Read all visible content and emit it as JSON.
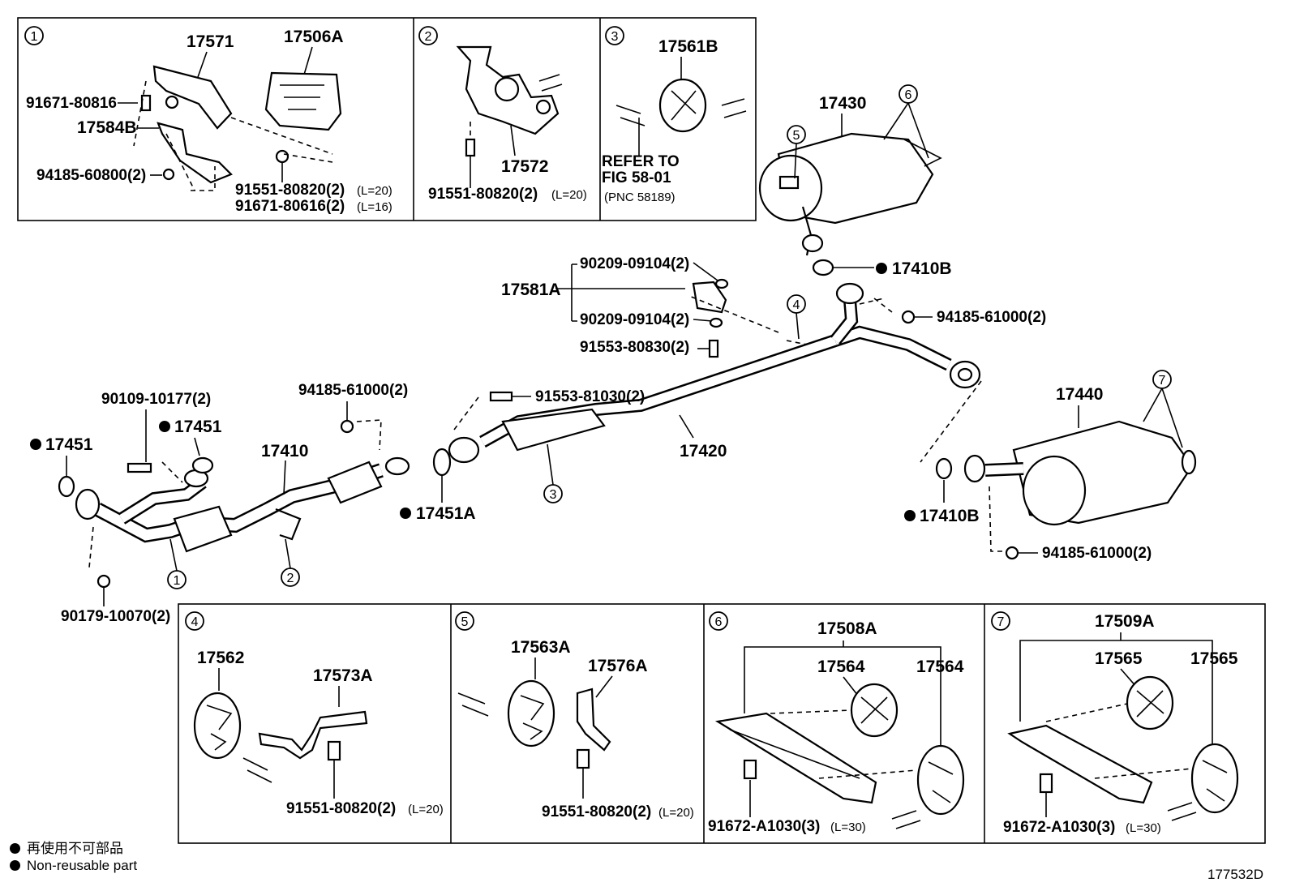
{
  "panels": {
    "p1": {
      "number": "1",
      "labels": {
        "a": "17571",
        "b": "17506A",
        "c": "91671-80816",
        "d": "17584B",
        "e": "94185-60800(2)",
        "f": "91551-80820(2)",
        "f_note": "(L=20)",
        "g": "91671-80616(2)",
        "g_note": "(L=16)"
      }
    },
    "p2": {
      "number": "2",
      "labels": {
        "a": "17572",
        "b": "91551-80820(2)",
        "b_note": "(L=20)"
      }
    },
    "p3": {
      "number": "3",
      "labels": {
        "a": "17561B",
        "refer1": "REFER TO",
        "refer2": "FIG 58-01",
        "refer3": "(PNC 58189)"
      }
    },
    "p4": {
      "number": "4",
      "labels": {
        "a": "17562",
        "b": "17573A",
        "c": "91551-80820(2)",
        "c_note": "(L=20)"
      }
    },
    "p5": {
      "number": "5",
      "labels": {
        "a": "17563A",
        "b": "17576A",
        "c": "91551-80820(2)",
        "c_note": "(L=20)"
      }
    },
    "p6": {
      "number": "6",
      "labels": {
        "a": "17508A",
        "b": "17564",
        "c": "17564",
        "d": "91672-A1030(3)",
        "d_note": "(L=30)"
      }
    },
    "p7": {
      "number": "7",
      "labels": {
        "a": "17509A",
        "b": "17565",
        "c": "17565",
        "d": "91672-A1030(3)",
        "d_note": "(L=30)"
      }
    }
  },
  "main": {
    "l17430": "17430",
    "l17410B_top": "17410B",
    "l90209a": "90209-09104(2)",
    "l17581A": "17581A",
    "l90209b": "90209-09104(2)",
    "l91553_830": "91553-80830(2)",
    "l94185_top": "94185-61000(2)",
    "l91553_1030": "91553-81030(2)",
    "l90109": "90109-10177(2)",
    "l94185_mid": "94185-61000(2)",
    "l17451_a": "17451",
    "l17451_b": "17451",
    "l17410": "17410",
    "l17451A": "17451A",
    "l17420": "17420",
    "l17440": "17440",
    "l17410B_low": "17410B",
    "l94185_low": "94185-61000(2)",
    "l90179": "90179-10070(2)",
    "c1": "1",
    "c2": "2",
    "c3": "3",
    "c4": "4",
    "c5": "5",
    "c6": "6",
    "c7": "7"
  },
  "legend": {
    "japanese": "再使用不可部品",
    "english": "Non-reusable part"
  },
  "figure_number": "177532D"
}
